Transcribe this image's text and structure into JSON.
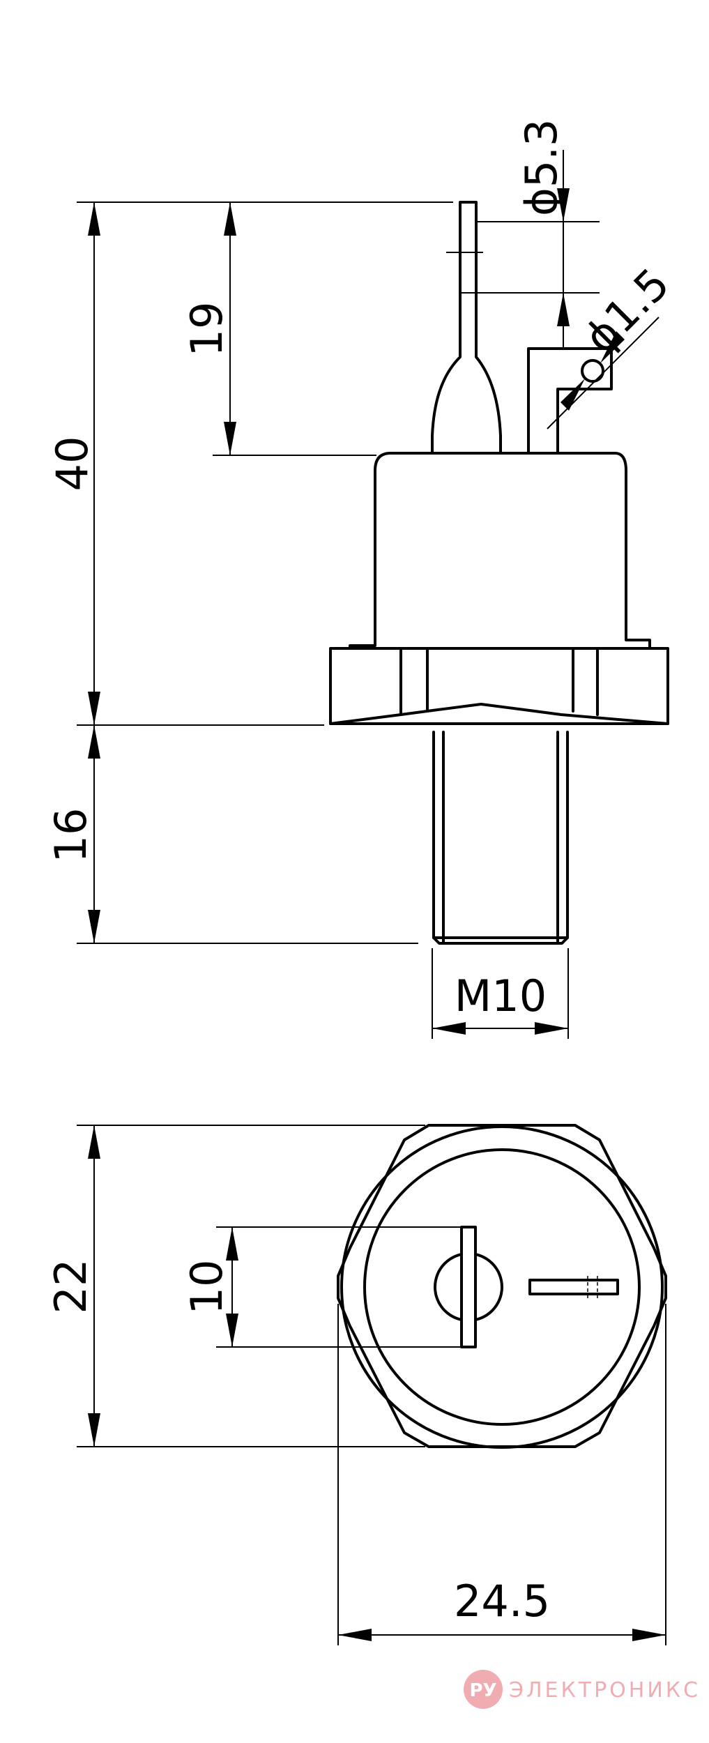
{
  "dimensions": {
    "dia_terminal": "ϕ5.3",
    "dia_hole": "ϕ1.5",
    "overall_height": "40",
    "terminal_height": "19",
    "stud_length": "16",
    "thread": "M10",
    "flat_to_flat": "22",
    "terminal_spacing": "10",
    "across_corners": "24.5"
  },
  "watermark": {
    "logo_text": "РУ",
    "brand_text": "ЭЛЕКТРОНИКС"
  },
  "colors": {
    "line": "#000000",
    "watermark": "#ee9ea4"
  }
}
